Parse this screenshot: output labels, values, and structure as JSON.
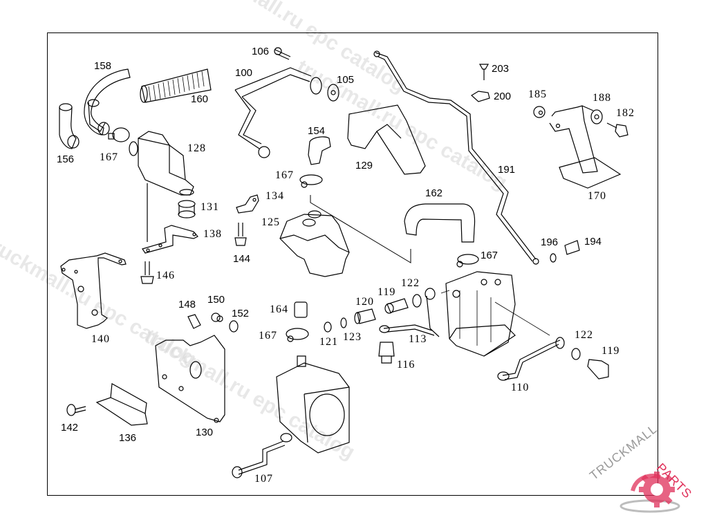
{
  "diagram": {
    "title": "",
    "watermarks": [
      "truckmall.ru epc catalog",
      "truckmall.ru epc catalog",
      "truckmall.ru epc catalog",
      "truckmall.ru epc catalog"
    ],
    "logo": {
      "text_left": "TRUCKMALL",
      "text_right": "PARTS",
      "accent_color": "#e0305a",
      "gray_color": "#9a9a9a"
    },
    "part_labels": [
      {
        "id": "106",
        "text": "106"
      },
      {
        "id": "100",
        "text": "100"
      },
      {
        "id": "105",
        "text": "105"
      },
      {
        "id": "158",
        "text": "158"
      },
      {
        "id": "160",
        "text": "160"
      },
      {
        "id": "156",
        "text": "156"
      },
      {
        "id": "167a",
        "text": "167"
      },
      {
        "id": "128",
        "text": "128"
      },
      {
        "id": "154",
        "text": "154"
      },
      {
        "id": "129",
        "text": "129"
      },
      {
        "id": "167b",
        "text": "167"
      },
      {
        "id": "203",
        "text": "203"
      },
      {
        "id": "200",
        "text": "200"
      },
      {
        "id": "185",
        "text": "185"
      },
      {
        "id": "188",
        "text": "188"
      },
      {
        "id": "182",
        "text": "182"
      },
      {
        "id": "191",
        "text": "191"
      },
      {
        "id": "170",
        "text": "170"
      },
      {
        "id": "162",
        "text": "162"
      },
      {
        "id": "134",
        "text": "134"
      },
      {
        "id": "131",
        "text": "131"
      },
      {
        "id": "125",
        "text": "125"
      },
      {
        "id": "138",
        "text": "138"
      },
      {
        "id": "144",
        "text": "144"
      },
      {
        "id": "196",
        "text": "196"
      },
      {
        "id": "194",
        "text": "194"
      },
      {
        "id": "167c",
        "text": "167"
      },
      {
        "id": "146",
        "text": "146"
      },
      {
        "id": "140",
        "text": "140"
      },
      {
        "id": "148",
        "text": "148"
      },
      {
        "id": "150",
        "text": "150"
      },
      {
        "id": "152",
        "text": "152"
      },
      {
        "id": "164",
        "text": "164"
      },
      {
        "id": "120",
        "text": "120"
      },
      {
        "id": "119a",
        "text": "119"
      },
      {
        "id": "122a",
        "text": "122"
      },
      {
        "id": "167d",
        "text": "167"
      },
      {
        "id": "121",
        "text": "121"
      },
      {
        "id": "123",
        "text": "123"
      },
      {
        "id": "113",
        "text": "113"
      },
      {
        "id": "116",
        "text": "116"
      },
      {
        "id": "122b",
        "text": "122"
      },
      {
        "id": "119b",
        "text": "119"
      },
      {
        "id": "110",
        "text": "110"
      },
      {
        "id": "142",
        "text": "142"
      },
      {
        "id": "136",
        "text": "136"
      },
      {
        "id": "130",
        "text": "130"
      },
      {
        "id": "107",
        "text": "107"
      }
    ]
  }
}
